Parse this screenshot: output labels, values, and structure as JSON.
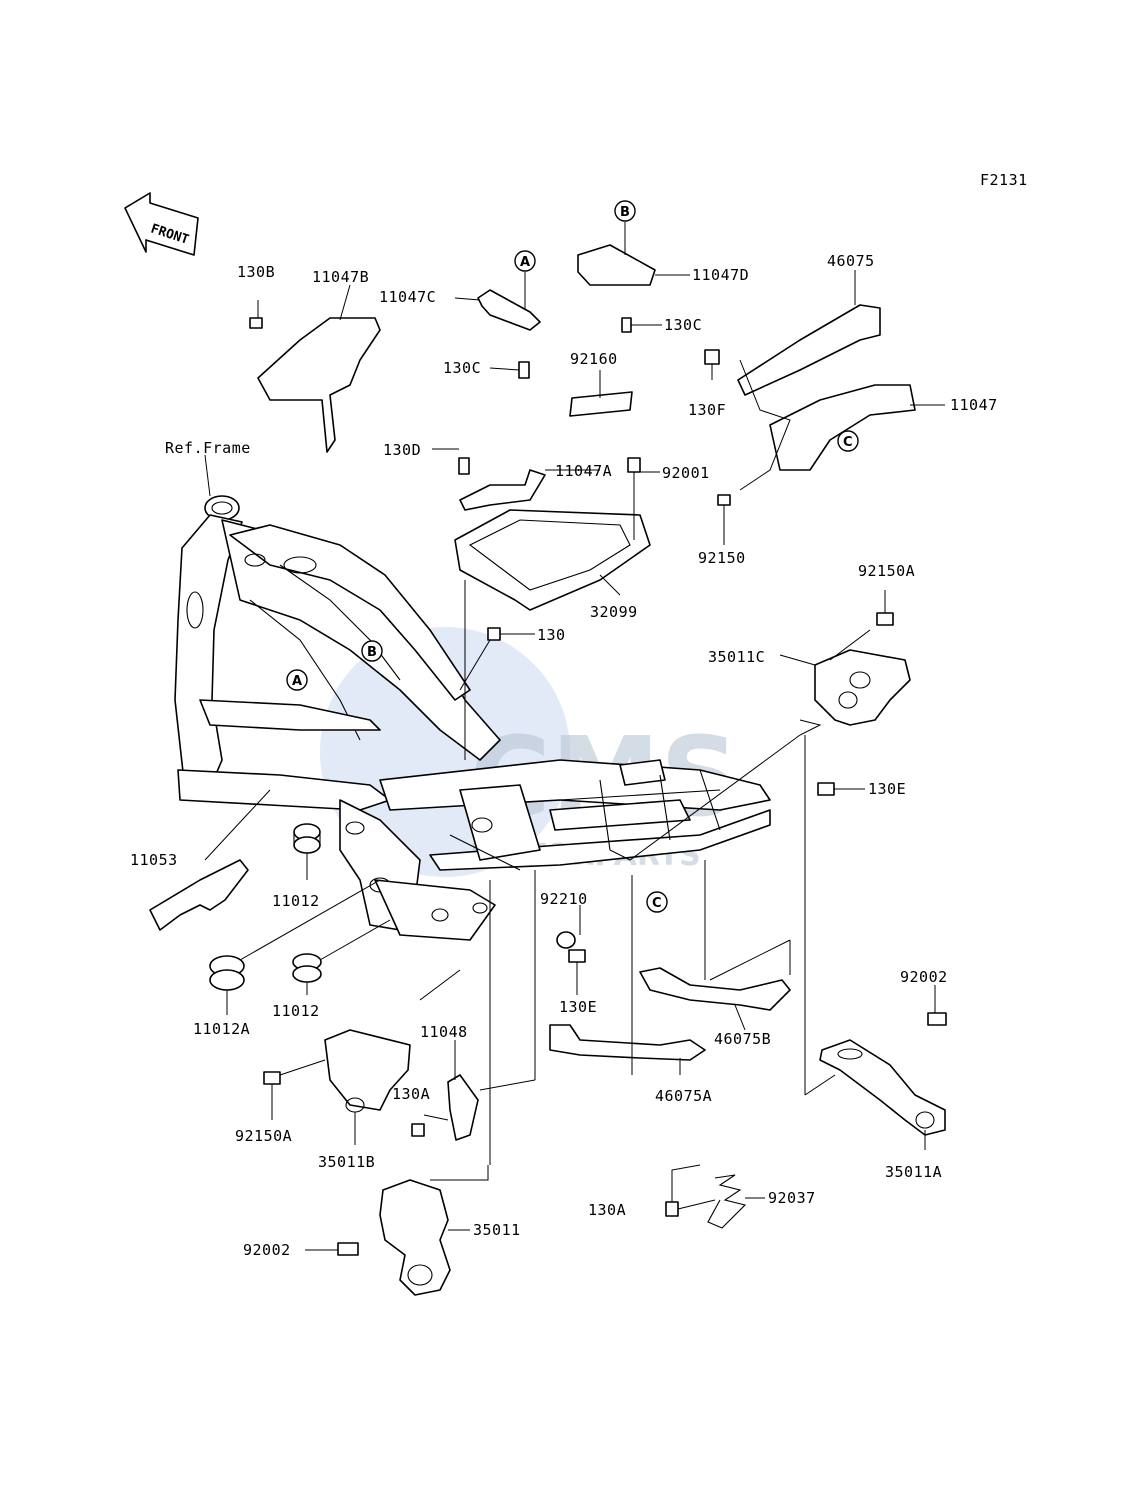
{
  "figure_code": "F2131",
  "front_label": "FRONT",
  "ref_frame": "Ref.Frame",
  "watermark": {
    "brand": "CMS",
    "sub": "MOTORPARTS"
  },
  "callouts": {
    "a": "A",
    "b": "B",
    "c": "C"
  },
  "parts": {
    "p130B": "130B",
    "p11047B": "11047B",
    "p11047C": "11047C",
    "p130C_a": "130C",
    "p11047D": "11047D",
    "p130C_b": "130C",
    "p92160": "92160",
    "p46075": "46075",
    "p130F": "130F",
    "p11047": "11047",
    "p130D": "130D",
    "p11047A": "11047A",
    "p92001": "92001",
    "p92150": "92150",
    "p32099": "32099",
    "p130": "130",
    "p92150A_a": "92150A",
    "p35011C": "35011C",
    "p130E_a": "130E",
    "p11053": "11053",
    "p11012_a": "11012",
    "p92210": "92210",
    "p130E_b": "130E",
    "p11012A": "11012A",
    "p11012_b": "11012",
    "p11048": "11048",
    "p130A_a": "130A",
    "p92150A_b": "92150A",
    "p35011B": "35011B",
    "p46075B": "46075B",
    "p46075A": "46075A",
    "p92002_a": "92002",
    "p35011A": "35011A",
    "p130A_b": "130A",
    "p92037": "92037",
    "p92002_b": "92002",
    "p35011": "35011"
  }
}
